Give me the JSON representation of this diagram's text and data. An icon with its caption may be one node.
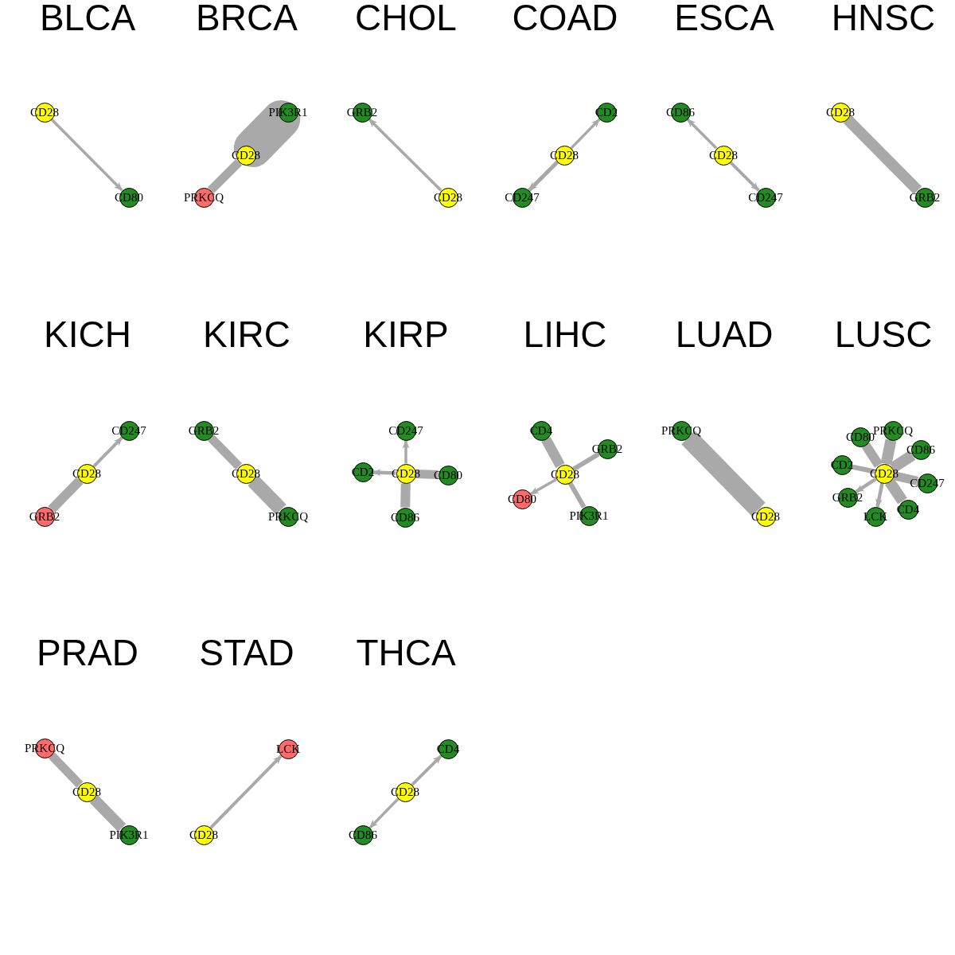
{
  "diagram": {
    "nodes": [
      {
        "text": [
          "CD28"
        ]
      },
      {
        "text": [
          "CD80"
        ]
      },
      {
        "text": [
          "PIK3R1"
        ]
      },
      {
        "text": [
          "CD28"
        ]
      },
      {
        "text": [
          "PRKCQ"
        ]
      },
      {
        "text": [
          "GRB2"
        ]
      },
      {
        "text": [
          "CD28"
        ]
      },
      {
        "text": [
          "CD2"
        ]
      },
      {
        "text": [
          "CD28"
        ]
      },
      {
        "text": [
          "CD247"
        ]
      },
      {
        "text": [
          "CD86"
        ]
      },
      {
        "text": [
          "CD28"
        ]
      },
      {
        "text": [
          "CD247"
        ]
      },
      {
        "text": [
          "CD28"
        ]
      },
      {
        "text": [
          "GRB2"
        ]
      },
      {
        "text": [
          "CD247"
        ]
      },
      {
        "text": [
          "CD28"
        ]
      },
      {
        "text": [
          "GRB2"
        ]
      },
      {
        "text": [
          "GRB2"
        ]
      },
      {
        "text": [
          "CD28"
        ]
      },
      {
        "text": [
          "PRKCQ"
        ]
      },
      {
        "text": [
          "CD247"
        ]
      },
      {
        "text": [
          "CD2"
        ]
      },
      {
        "text": [
          "CD28"
        ]
      },
      {
        "text": [
          "CD80"
        ]
      },
      {
        "text": [
          "CD86"
        ]
      },
      {
        "text": [
          "CD4"
        ]
      },
      {
        "text": [
          "GRB2"
        ]
      },
      {
        "text": [
          "CD28"
        ]
      },
      {
        "text": [
          "CD80"
        ]
      },
      {
        "text": [
          "PIK3R1"
        ]
      },
      {
        "text": [
          "PRKCQ"
        ]
      },
      {
        "text": [
          "CD28"
        ]
      },
      {
        "text": [
          "PRKCQ"
        ]
      },
      {
        "text": [
          "CD80"
        ]
      },
      {
        "text": [
          "CD86"
        ]
      },
      {
        "text": [
          "CD2"
        ]
      },
      {
        "text": [
          "CD28"
        ]
      },
      {
        "text": [
          "CD247"
        ]
      },
      {
        "text": [
          "GRB2"
        ]
      },
      {
        "text": [
          "CD4"
        ]
      },
      {
        "text": [
          "LCK"
        ]
      },
      {
        "text": [
          "PRKCQ"
        ]
      },
      {
        "text": [
          "CD28"
        ]
      },
      {
        "text": [
          "PIK3R1"
        ]
      },
      {
        "text": [
          "LCK"
        ]
      },
      {
        "text": [
          "CD28"
        ]
      },
      {
        "text": [
          "CD4"
        ]
      },
      {
        "text": [
          "CD28"
        ]
      },
      {
        "text": [
          "CD86"
        ]
      }
    ],
    "edges": [
      {
        "from": 0,
        "to": 1,
        "arrow": "to"
      },
      {
        "from": 3,
        "to": 4,
        "arrow": "none",
        "style": "thick"
      },
      {
        "from": 3,
        "to": 2,
        "arrow": "none",
        "style": "thick"
      },
      {
        "from": 6,
        "to": 5,
        "arrow": "to"
      },
      {
        "from": 8,
        "to": 7,
        "arrow": "to"
      },
      {
        "from": 8,
        "to": 9,
        "arrow": "to"
      },
      {
        "from": 11,
        "to": 10,
        "arrow": "to"
      },
      {
        "from": 11,
        "to": 12,
        "arrow": "to"
      },
      {
        "from": 13,
        "to": 14,
        "arrow": "none",
        "style": "thick"
      },
      {
        "from": 16,
        "to": 15,
        "arrow": "to"
      },
      {
        "from": 16,
        "to": 17,
        "arrow": "none",
        "style": "thick"
      },
      {
        "from": 19,
        "to": 18,
        "arrow": "none",
        "style": "thick"
      },
      {
        "from": 19,
        "to": 20,
        "arrow": "none",
        "style": "thick"
      },
      {
        "from": 23,
        "to": 21,
        "arrow": "to"
      },
      {
        "from": 23,
        "to": 22,
        "arrow": "to"
      },
      {
        "from": 23,
        "to": 24,
        "arrow": "none",
        "style": "thick"
      },
      {
        "from": 23,
        "to": 25,
        "arrow": "none",
        "style": "thick"
      },
      {
        "from": 28,
        "to": 26,
        "arrow": "none",
        "style": "thick"
      },
      {
        "from": 28,
        "to": 27,
        "arrow": "none"
      },
      {
        "from": 28,
        "to": 29,
        "arrow": "to"
      },
      {
        "from": 28,
        "to": 30,
        "arrow": "none"
      },
      {
        "from": 32,
        "to": 31,
        "arrow": "none",
        "style": "thick"
      },
      {
        "from": 37,
        "to": 33,
        "arrow": "none",
        "style": "thick"
      },
      {
        "from": 37,
        "to": 34,
        "arrow": "none",
        "style": "thick"
      },
      {
        "from": 37,
        "to": 35,
        "arrow": "none",
        "style": "thick"
      },
      {
        "from": 37,
        "to": 36,
        "arrow": "none"
      },
      {
        "from": 37,
        "to": 38,
        "arrow": "none",
        "style": "thick"
      },
      {
        "from": 37,
        "to": 39,
        "arrow": "to"
      },
      {
        "from": 37,
        "to": 40,
        "arrow": "none",
        "style": "thick"
      },
      {
        "from": 37,
        "to": 41,
        "arrow": "to"
      },
      {
        "from": 43,
        "to": 42,
        "arrow": "none",
        "style": "thick"
      },
      {
        "from": 43,
        "to": 44,
        "arrow": "none",
        "style": "thick"
      },
      {
        "from": 46,
        "to": 45,
        "arrow": "to"
      },
      {
        "from": 48,
        "to": 47,
        "arrow": "to"
      },
      {
        "from": 48,
        "to": 49,
        "arrow": "to"
      }
    ],
    "labels": [
      "BLCA",
      "BRCA",
      "CHOL",
      "COAD",
      "ESCA",
      "HNSC",
      "KICH",
      "KIRC",
      "KIRP",
      "LIHC",
      "LUAD",
      "LUSC",
      "PRAD",
      "STAD",
      "THCA"
    ]
  }
}
